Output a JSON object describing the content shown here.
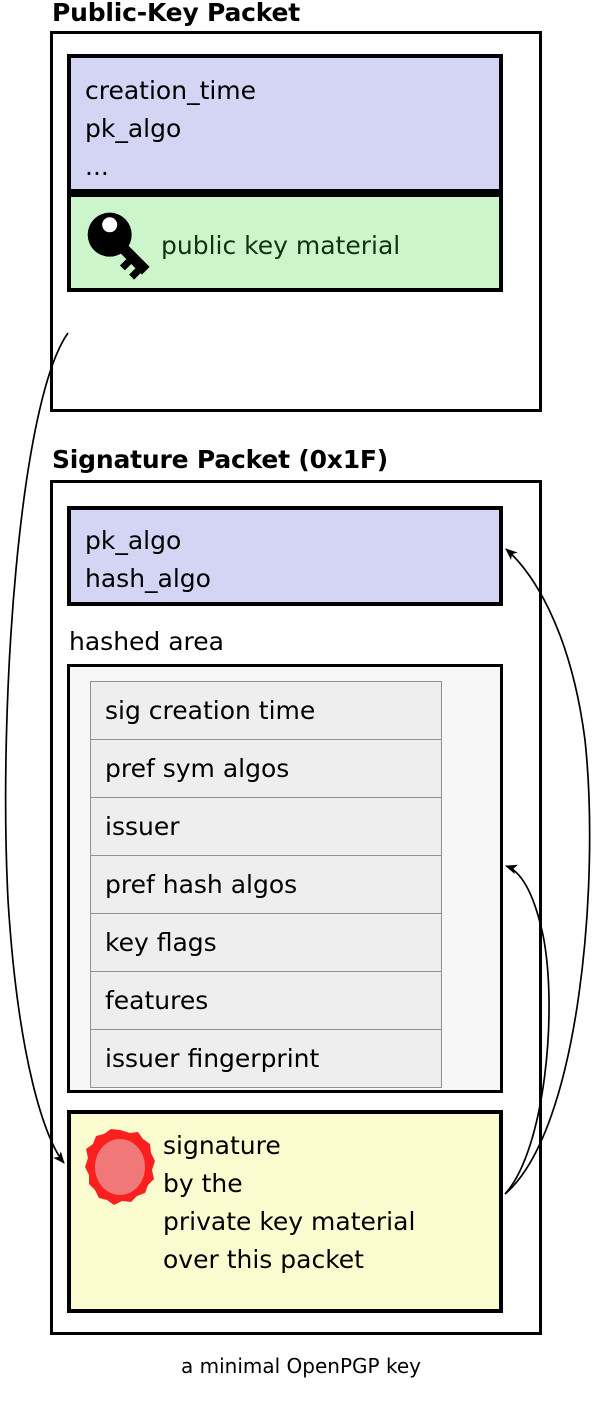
{
  "diagram": {
    "caption": "a minimal OpenPGP key",
    "colors": {
      "purple_field": "#d4d4f4",
      "green_field": "#ccf5cc",
      "yellow_field": "#fbfbd0",
      "hashed_area_bg": "#f7f7f7",
      "subpacket_row_bg": "#eeeeee",
      "outline": "#000000",
      "seal_ring": "#fa2020",
      "seal_fill": "#f07878",
      "key_icon": "#000000",
      "public_key_text": "#113311"
    }
  },
  "public_key_packet": {
    "title": "Public-Key Packet",
    "header_field": {
      "lines": [
        "creation_time",
        "pk_algo",
        "..."
      ]
    },
    "key_material_field": {
      "icon": "key-icon",
      "label": "public key material"
    }
  },
  "signature_packet": {
    "title": "Signature Packet (0x1F)",
    "algo_field": {
      "lines": [
        "pk_algo",
        "hash_algo"
      ]
    },
    "hashed_area": {
      "label": "hashed area",
      "subpackets": [
        "sig creation time",
        "pref sym algos",
        "issuer",
        "pref hash algos",
        "key flags",
        "features",
        "issuer fingerprint"
      ]
    },
    "signature_field": {
      "icon": "wax-seal-icon",
      "lines": [
        "signature",
        "by the",
        "private key material",
        "over this packet"
      ]
    }
  },
  "arrows": [
    {
      "name": "public-key-to-signature",
      "from": "public-key-packet",
      "to": "signature-field"
    },
    {
      "name": "signature-to-algo-field",
      "from": "signature-field",
      "to": "algo-field"
    },
    {
      "name": "signature-to-hashed-area",
      "from": "signature-field",
      "to": "hashed-area"
    }
  ]
}
